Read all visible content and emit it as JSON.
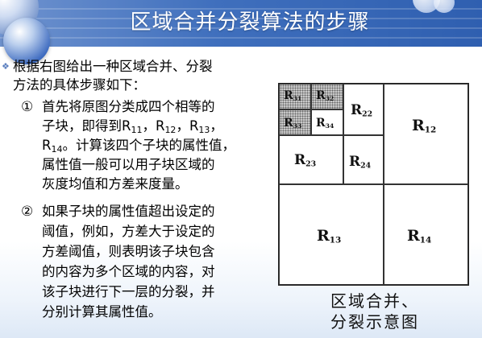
{
  "slide": {
    "title": "区域合并分裂算法的步骤"
  },
  "content": {
    "intro_line1": "根据右图给出一种区域合并、分裂",
    "intro_line2": "方法的具体步骤如下：",
    "step1": {
      "marker": "①",
      "line1": "首先将原图分类成四个相等的",
      "line2_prefix": "子块，即得到R",
      "r11_sub": "11",
      "sep1": "，R",
      "r12_sub": "12",
      "sep2": "，R",
      "r13_sub": "13",
      "sep3": "，",
      "line3_prefix": "R",
      "r14_sub": "14",
      "line3_suffix": "。计算该四个子块的属性值，",
      "line4": "属性值一般可以用子块区域的",
      "line5": "灰度均值和方差来度量。"
    },
    "step2": {
      "marker": "②",
      "line1": "如果子块的属性值超出设定的",
      "line2": "阈值，例如，方差大于设定的",
      "line3": "方差阈值，则表明该子块包含",
      "line4": "的内容为多个区域的内容，对",
      "line5": "该子块进行下一层的分裂，并",
      "line6": "分别计算其属性值。"
    }
  },
  "diagram": {
    "regions": [
      {
        "main": "R",
        "sub": "31"
      },
      {
        "main": "R",
        "sub": "32"
      },
      {
        "main": "R",
        "sub": "33"
      },
      {
        "main": "R",
        "sub": "34"
      },
      {
        "main": "R",
        "sub": "22"
      },
      {
        "main": "R",
        "sub": "23"
      },
      {
        "main": "R",
        "sub": "24"
      },
      {
        "main": "R",
        "sub": "12"
      },
      {
        "main": "R",
        "sub": "13"
      },
      {
        "main": "R",
        "sub": "14"
      }
    ],
    "caption_line1": "区域合并、",
    "caption_line2": "分裂示意图"
  }
}
